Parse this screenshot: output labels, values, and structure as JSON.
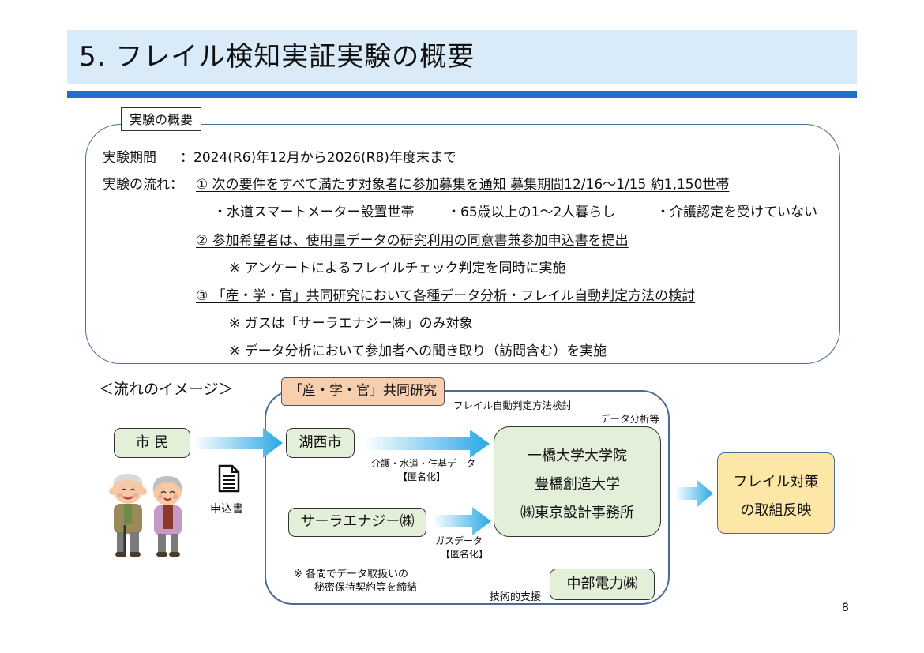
{
  "title": "5. フレイル検知実証実験の概要",
  "overview": {
    "label": "実験の概要",
    "period_label": "実験期間",
    "period_value": "：2024(R6)年12月から2026(R8)年度末まで",
    "flow_label": "実験の流れ：",
    "step1": "①  次の要件をすべて満たす対象者に参加募集を通知  募集期間12/16～1/15  約1,150世帯",
    "requirements": [
      "・水道スマートメーター設置世帯",
      "・65歳以上の1～2人暮らし",
      "・介護認定を受けていない"
    ],
    "step2": "②  参加希望者は、使用量データの研究利用の同意書兼参加申込書を提出",
    "step2_note": "※  アンケートによるフレイルチェック判定を同時に実施",
    "step3": "③ 「産・学・官」共同研究において各種データ分析・フレイル自動判定方法の検討",
    "step3_notes": [
      "※  ガスは「サーラエナジー㈱」のみ対象",
      "※  データ分析において参加者への聞き取り（訪問含む）を実施"
    ]
  },
  "flow": {
    "heading": "＜流れのイメージ＞",
    "research_label": "「産・学・官」共同研究",
    "auto_judgement": "フレイル自動判定方法検討",
    "data_analysis": "データ分析等",
    "citizen": "市  民",
    "application": "申込書",
    "city": "湖西市",
    "city_data": "介護・水道・住基データ",
    "anonymized": "【匿名化】",
    "gas_company": "サーラエナジー㈱",
    "gas_data": "ガスデータ",
    "universities": [
      "一橋大学大学院",
      "豊橋創造大学",
      "㈱東京設計事務所"
    ],
    "note_lines": [
      "※  各間でデータ取扱いの",
      "秘密保持契約等を締結"
    ],
    "tech_support": "技術的支援",
    "power_company": "中部電力㈱",
    "result_lines": [
      "フレイル対策",
      "の取組反映"
    ]
  },
  "page_number": "8",
  "colors": {
    "accent": "#1e6fd0",
    "title_bg": "#d9ebf8",
    "green_box": "#e3efd9",
    "orange_box": "#f7cfae",
    "yellow_box": "#fde7a6"
  }
}
